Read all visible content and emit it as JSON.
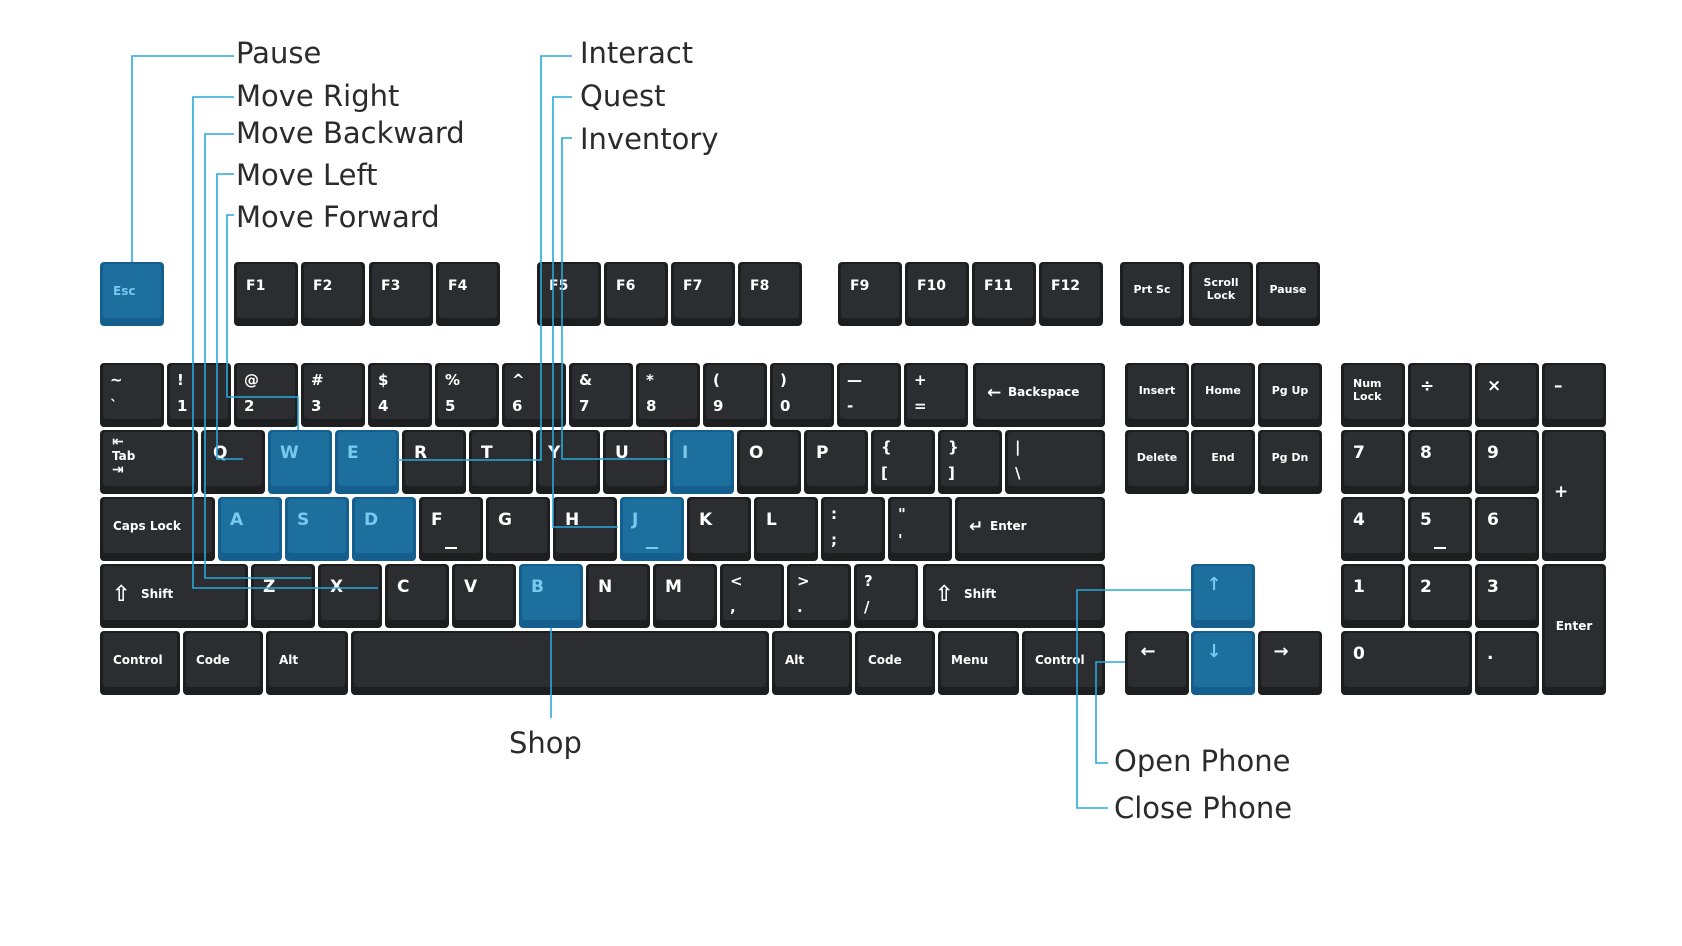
{
  "colors": {
    "key_dark": "#1d1e20",
    "key_top": "#2c2d30",
    "key_highlight": "#155f8e",
    "key_highlight_top": "#1d6f9e",
    "label_normal": "#ffffff",
    "label_highlight": "#79c8ef",
    "leader_line": "#29a8dc",
    "annotation_text": "#2b2b2b"
  },
  "annotations": {
    "pause": "Pause",
    "move_right": "Move Right",
    "move_backward": "Move Backward",
    "move_left": "Move Left",
    "move_forward": "Move Forward",
    "interact": "Interact",
    "quest": "Quest",
    "inventory": "Inventory",
    "shop": "Shop",
    "open_phone": "Open Phone",
    "close_phone": "Close Phone"
  },
  "keys": {
    "esc": {
      "label": "Esc",
      "highlighted": true
    },
    "f1": {
      "label": "F1"
    },
    "f2": {
      "label": "F2"
    },
    "f3": {
      "label": "F3"
    },
    "f4": {
      "label": "F4"
    },
    "f5": {
      "label": "F5"
    },
    "f6": {
      "label": "F6"
    },
    "f7": {
      "label": "F7"
    },
    "f8": {
      "label": "F8"
    },
    "f9": {
      "label": "F9"
    },
    "f10": {
      "label": "F10"
    },
    "f11": {
      "label": "F11"
    },
    "f12": {
      "label": "F12"
    },
    "prtsc": {
      "label": "Prt Sc"
    },
    "scrolllock": {
      "top": "Scroll",
      "bottom": "Lock"
    },
    "pause": {
      "label": "Pause"
    },
    "tilde": {
      "top": "~",
      "bottom": "`"
    },
    "k1": {
      "top": "!",
      "bottom": "1"
    },
    "k2": {
      "top": "@",
      "bottom": "2"
    },
    "k3": {
      "top": "#",
      "bottom": "3"
    },
    "k4": {
      "top": "$",
      "bottom": "4"
    },
    "k5": {
      "top": "%",
      "bottom": "5"
    },
    "k6": {
      "top": "^",
      "bottom": "6"
    },
    "k7": {
      "top": "&",
      "bottom": "7"
    },
    "k8": {
      "top": "*",
      "bottom": "8"
    },
    "k9": {
      "top": "(",
      "bottom": "9"
    },
    "k0": {
      "top": ")",
      "bottom": "0"
    },
    "minus": {
      "top": "—",
      "bottom": "-"
    },
    "equal": {
      "top": "+",
      "bottom": "="
    },
    "backspace": {
      "label": "Backspace",
      "glyph": "←"
    },
    "insert": {
      "label": "Insert"
    },
    "home": {
      "label": "Home"
    },
    "pgup": {
      "label": "Pg Up"
    },
    "numlock": {
      "top": "Num",
      "bottom": "Lock"
    },
    "numdiv": {
      "label": "÷"
    },
    "nummul": {
      "label": "×"
    },
    "numminus": {
      "label": "–"
    },
    "tab": {
      "label": "Tab",
      "glyph_top": "⇤",
      "glyph_bottom": "⇥"
    },
    "q": {
      "label": "Q"
    },
    "w": {
      "label": "W",
      "highlighted": true
    },
    "e": {
      "label": "E",
      "highlighted": true
    },
    "r": {
      "label": "R"
    },
    "t": {
      "label": "T"
    },
    "y": {
      "label": "Y"
    },
    "u": {
      "label": "U"
    },
    "i": {
      "label": "I",
      "highlighted": true
    },
    "o": {
      "label": "O"
    },
    "p": {
      "label": "P"
    },
    "lbracket": {
      "top": "{",
      "bottom": "["
    },
    "rbracket": {
      "top": "}",
      "bottom": "]"
    },
    "backslash": {
      "top": "|",
      "bottom": "\\"
    },
    "delete": {
      "label": "Delete"
    },
    "end": {
      "label": "End"
    },
    "pgdn": {
      "label": "Pg Dn"
    },
    "num7": {
      "label": "7"
    },
    "num8": {
      "label": "8"
    },
    "num9": {
      "label": "9"
    },
    "numplus": {
      "label": "+"
    },
    "capslock": {
      "label": "Caps Lock"
    },
    "a": {
      "label": "A",
      "highlighted": true
    },
    "s": {
      "label": "S",
      "highlighted": true
    },
    "d": {
      "label": "D",
      "highlighted": true
    },
    "f": {
      "label": "F"
    },
    "g": {
      "label": "G"
    },
    "h": {
      "label": "H"
    },
    "j": {
      "label": "J",
      "highlighted": true
    },
    "k": {
      "label": "K"
    },
    "l": {
      "label": "L"
    },
    "semicolon": {
      "top": ":",
      "bottom": ";"
    },
    "quote": {
      "top": "\"",
      "bottom": "'"
    },
    "enter": {
      "label": "Enter",
      "glyph": "↵"
    },
    "num4": {
      "label": "4"
    },
    "num5": {
      "label": "5"
    },
    "num6": {
      "label": "6"
    },
    "lshift": {
      "label": "Shift",
      "glyph": "⇧"
    },
    "z": {
      "label": "Z"
    },
    "x": {
      "label": "X"
    },
    "c": {
      "label": "C"
    },
    "v": {
      "label": "V"
    },
    "b": {
      "label": "B",
      "highlighted": true
    },
    "n": {
      "label": "N"
    },
    "m": {
      "label": "M"
    },
    "comma": {
      "top": "<",
      "bottom": ","
    },
    "period": {
      "top": ">",
      "bottom": "."
    },
    "slash": {
      "top": "?",
      "bottom": "/"
    },
    "rshift": {
      "label": "Shift",
      "glyph": "⇧"
    },
    "up": {
      "label": "↑",
      "highlighted": true
    },
    "num1": {
      "label": "1"
    },
    "num2": {
      "label": "2"
    },
    "num3": {
      "label": "3"
    },
    "numenter": {
      "label": "Enter"
    },
    "lcontrol": {
      "label": "Control"
    },
    "lcode": {
      "label": "Code"
    },
    "lalt": {
      "label": "Alt"
    },
    "space": {
      "label": ""
    },
    "ralt": {
      "label": "Alt"
    },
    "rcode": {
      "label": "Code"
    },
    "menu": {
      "label": "Menu"
    },
    "rcontrol": {
      "label": "Control"
    },
    "left": {
      "label": "←"
    },
    "down": {
      "label": "↓",
      "highlighted": true
    },
    "right": {
      "label": "→"
    },
    "num0": {
      "label": "0"
    },
    "numdot": {
      "label": "."
    }
  }
}
